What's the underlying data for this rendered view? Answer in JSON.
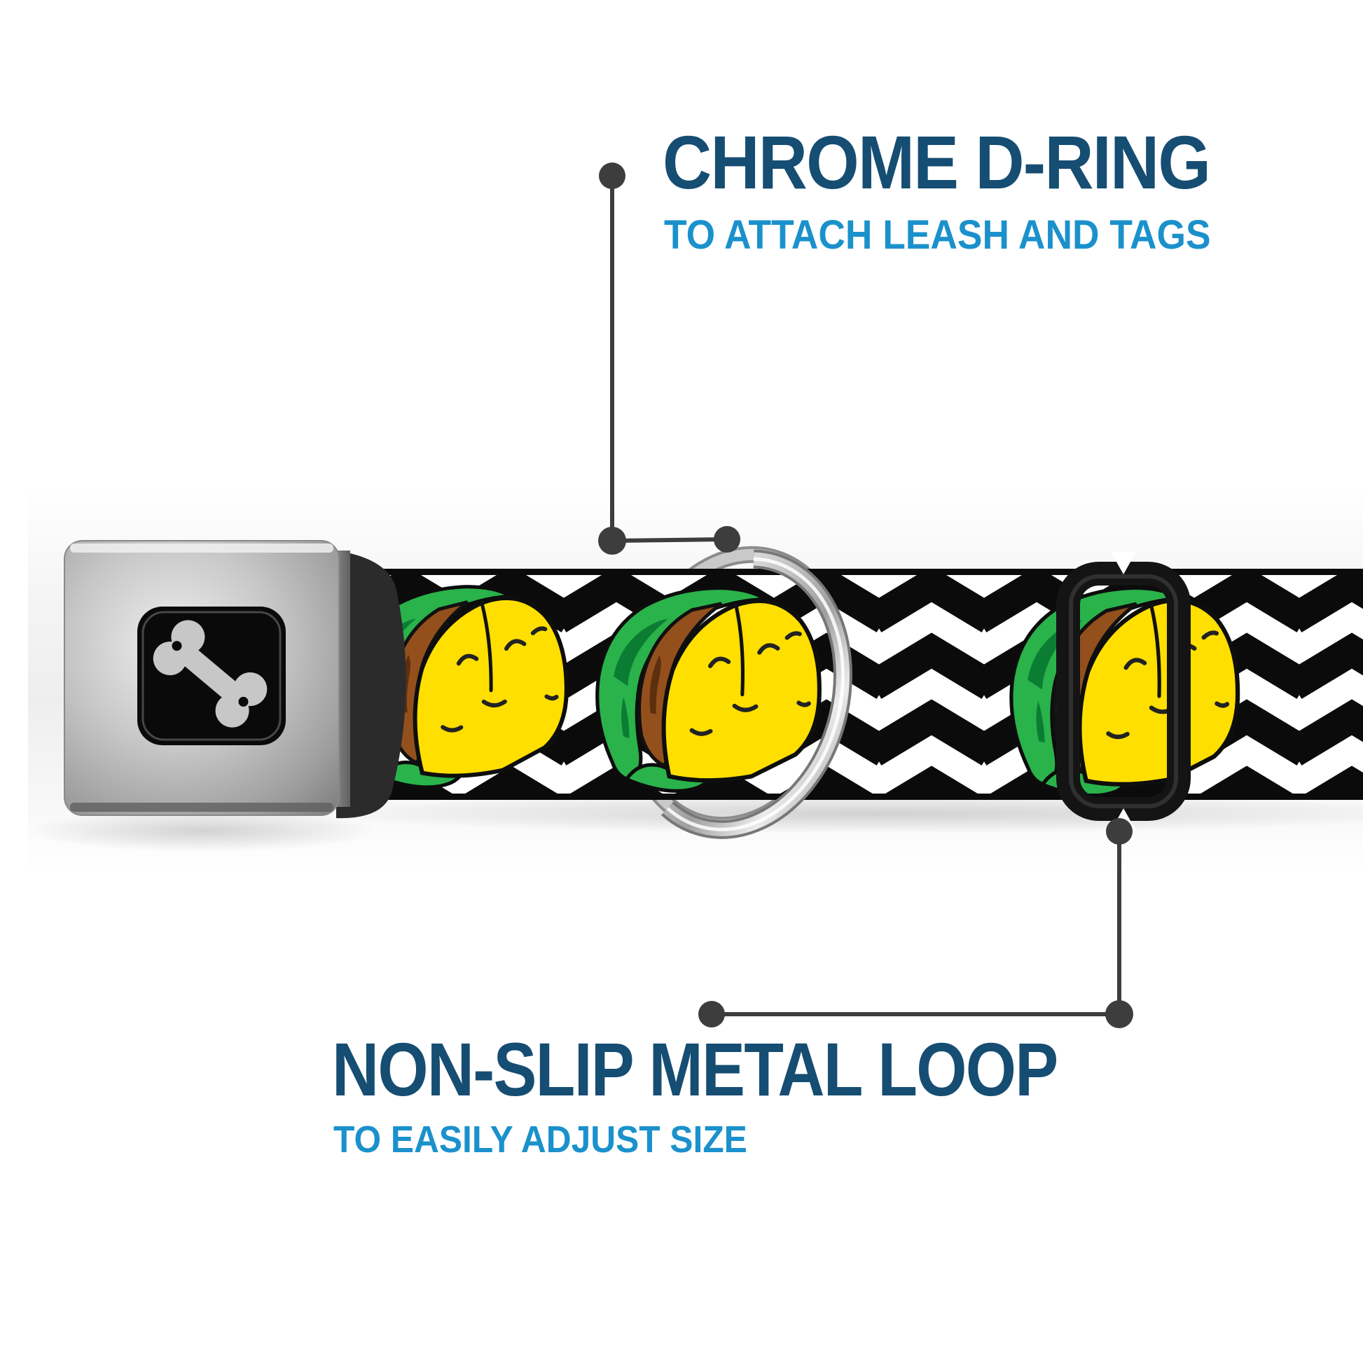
{
  "callouts": {
    "chrome_d_ring": {
      "title": "CHROME D-RING",
      "subtitle": "TO ATTACH LEASH AND TAGS"
    },
    "metal_loop": {
      "title": "NON-SLIP METAL LOOP",
      "subtitle": "TO EASILY ADJUST SIZE"
    }
  },
  "icons": {
    "buckle_logo": "dog-bone-icon"
  },
  "colors": {
    "headline_blue": "#164d72",
    "subtitle_blue": "#1b91cc",
    "callout_gray": "#3d3d3d",
    "chevron_black": "#0b0b0b",
    "belt_white": "#ffffff",
    "shell_yellow": "#ffdf00",
    "lettuce_green": "#2ab24b",
    "lettuce_dark": "#0b7d33",
    "meat_brown": "#94501c",
    "slider_black": "#141414",
    "buckle_inset_black": "#0a0a0a",
    "bone_gray": "#c7c7c7",
    "ring_silver": "#c9c9c9",
    "flap_charcoal": "#2b2b2b"
  }
}
